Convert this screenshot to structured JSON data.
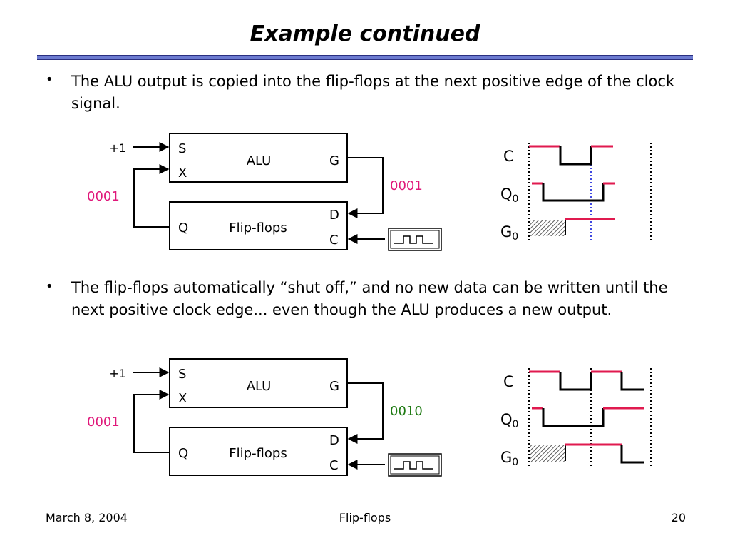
{
  "slide": {
    "title": "Example continued",
    "bullets": [
      "The ALU output is copied into the flip-flops at the next positive edge of the clock signal.",
      "The flip-flops automatically “shut off,” and no new data can be written until the next positive clock edge... even though the ALU produces a new output."
    ],
    "footer": {
      "date": "March 8, 2004",
      "topic": "Flip-flops",
      "page": "20"
    }
  },
  "colors": {
    "accent_pink": "#e0187a",
    "wave_red": "#e01a4f",
    "value_green": "#1e7a12",
    "title_rule": "#6c7bd0",
    "clock_marker_blue": "#3f48e0"
  },
  "diagrams": [
    {
      "alu": {
        "label": "ALU",
        "in_s": "S",
        "in_x": "X",
        "out_g": "G"
      },
      "ff": {
        "label": "Flip-flops",
        "out_q": "Q",
        "in_d": "D",
        "in_c": "C"
      },
      "increment": "+1",
      "feedback_value": "0001",
      "alu_output_value": "0001",
      "alu_output_color": "pink",
      "timing": {
        "c": "C",
        "q": "Q",
        "q_sub": "0",
        "g": "G",
        "g_sub": "0"
      }
    },
    {
      "alu": {
        "label": "ALU",
        "in_s": "S",
        "in_x": "X",
        "out_g": "G"
      },
      "ff": {
        "label": "Flip-flops",
        "out_q": "Q",
        "in_d": "D",
        "in_c": "C"
      },
      "increment": "+1",
      "feedback_value": "0001",
      "alu_output_value": "0010",
      "alu_output_color": "green",
      "timing": {
        "c": "C",
        "q": "Q",
        "q_sub": "0",
        "g": "G",
        "g_sub": "0"
      }
    }
  ]
}
